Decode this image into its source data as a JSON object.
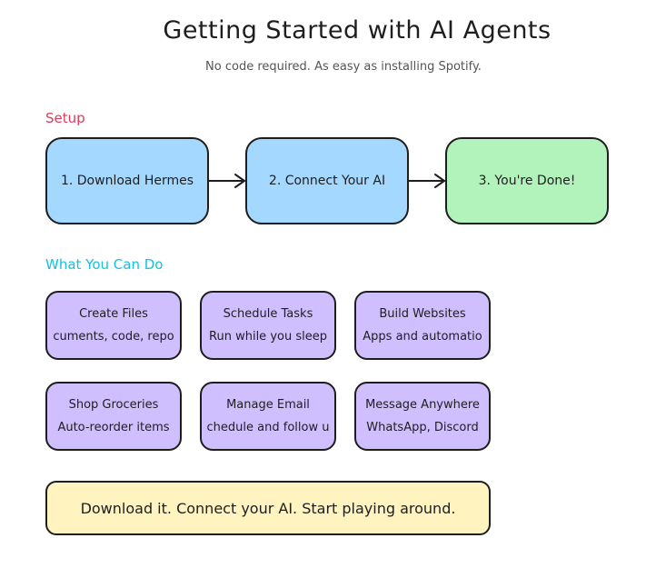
{
  "title": "Getting Started with AI Agents",
  "subtitle": "No code required. As easy as installing Spotify.",
  "sections": {
    "setup": "Setup",
    "what_you_can_do": "What You Can Do"
  },
  "steps": [
    {
      "label": "1. Download Hermes"
    },
    {
      "label": "2. Connect Your AI"
    },
    {
      "label": "3. You're Done!"
    }
  ],
  "cards": [
    {
      "title": "Create Files",
      "subtitle": "cuments, code, repo"
    },
    {
      "title": "Schedule Tasks",
      "subtitle": "Run while you sleep"
    },
    {
      "title": "Build Websites",
      "subtitle": "Apps and automatio"
    },
    {
      "title": "Shop Groceries",
      "subtitle": "Auto-reorder items"
    },
    {
      "title": "Manage Email",
      "subtitle": "chedule and follow u"
    },
    {
      "title": "Message Anywhere",
      "subtitle": "WhatsApp, Discord"
    }
  ],
  "cta": "Download it. Connect your AI. Start playing around.",
  "colors": {
    "setup_label": "#e03a5a",
    "do_label": "#15c0e0",
    "step_blue": "#a5d8ff",
    "step_green": "#b2f2bb",
    "card": "#d0bfff",
    "cta": "#fff3bf",
    "stroke": "#1e1e1e"
  }
}
